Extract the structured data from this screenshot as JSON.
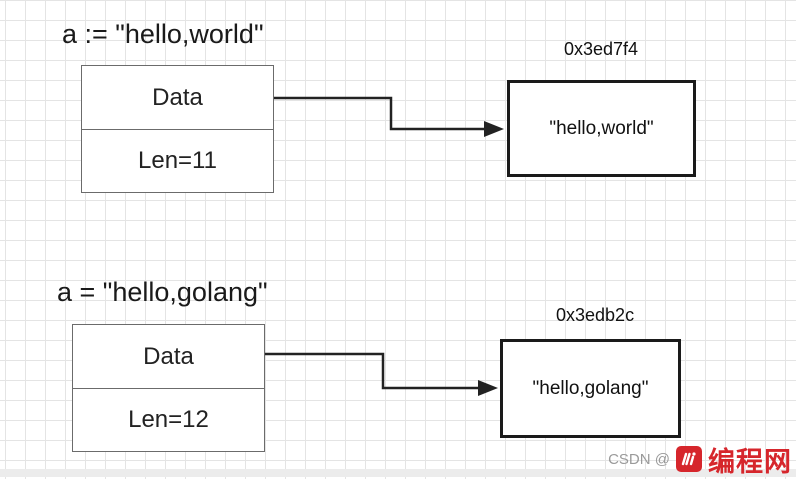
{
  "diagrams": [
    {
      "code": "a := \"hello,world\"",
      "fields": {
        "data": "Data",
        "len": "Len=11"
      },
      "address": "0x3ed7f4",
      "string_value": "\"hello,world\""
    },
    {
      "code": "a = \"hello,golang\"",
      "fields": {
        "data": "Data",
        "len": "Len=12"
      },
      "address": "0x3edb2c",
      "string_value": "\"hello,golang\""
    }
  ],
  "watermark": {
    "source": "CSDN @",
    "brand": "编程网",
    "logo_icon": "biancheng-logo-icon"
  },
  "colors": {
    "grid": "#e4e4e4",
    "struct_border": "#6b6b6b",
    "arrow": "#222222",
    "brand": "#d6262c"
  }
}
